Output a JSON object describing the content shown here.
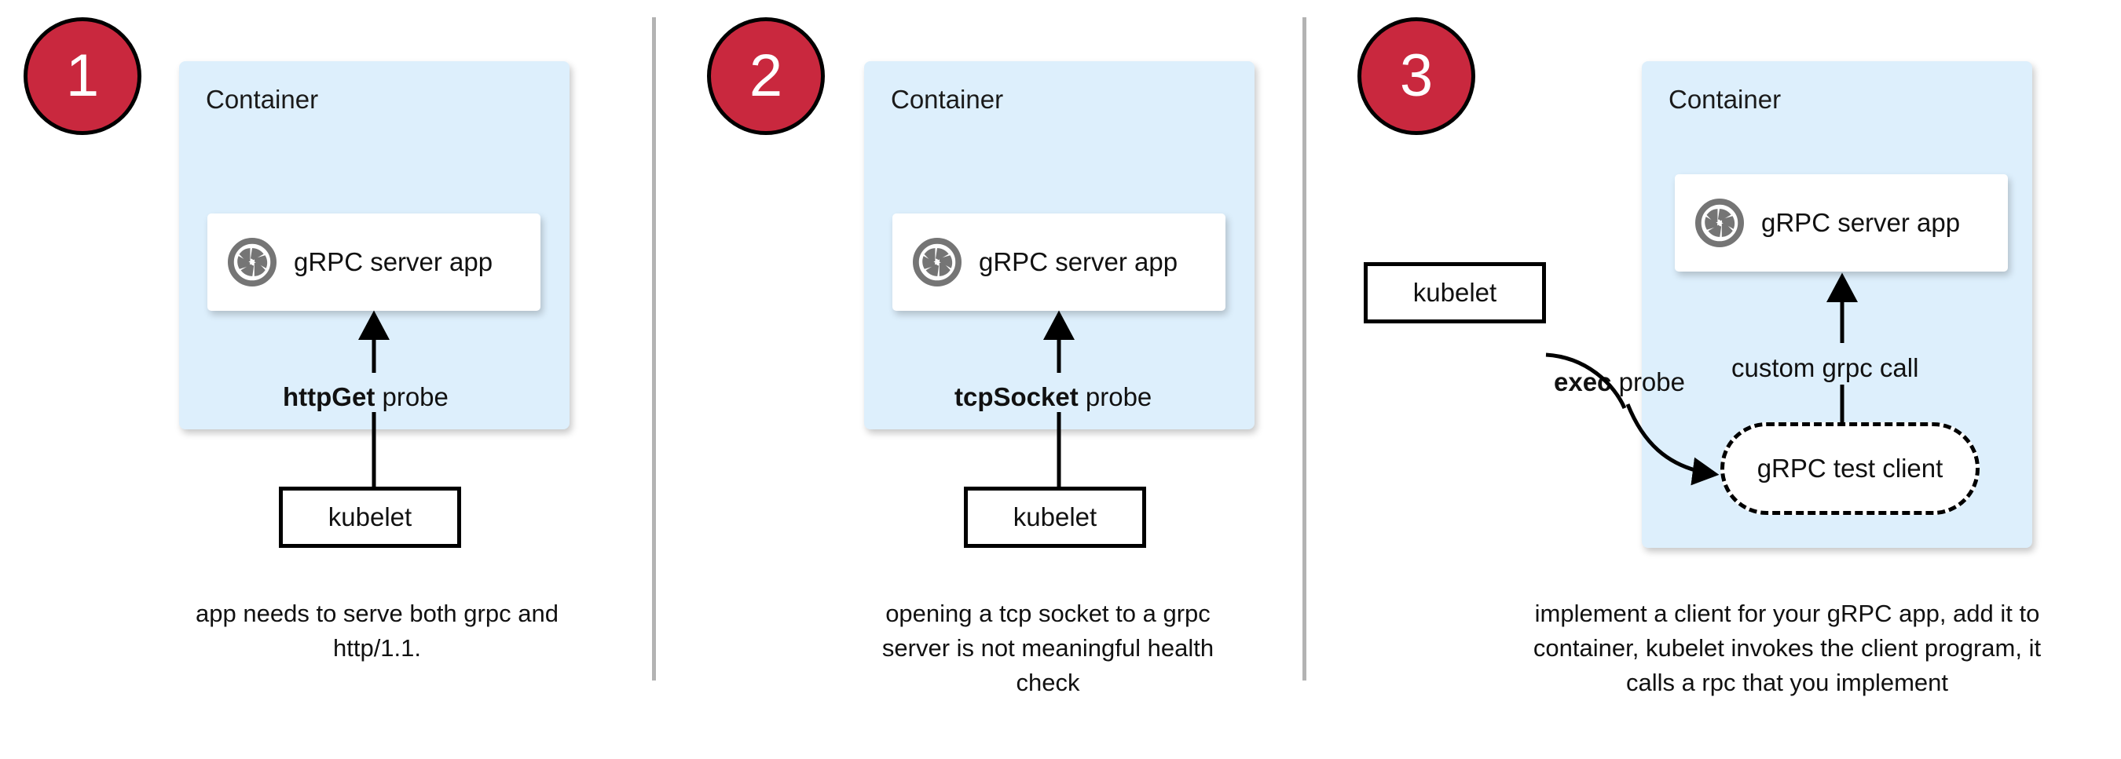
{
  "colors": {
    "badge_fill": "#c9283e",
    "badge_border": "#000000",
    "badge_text": "#ffffff",
    "container_fill": "#ddeffc",
    "card_fill": "#ffffff",
    "stroke": "#000000",
    "divider": "#b3b3b3",
    "icon_gray": "#757575",
    "page_bg": "#ffffff"
  },
  "icons": {
    "grpc": "grpc-aperture-icon"
  },
  "panels": [
    {
      "step": "1",
      "container_label": "Container",
      "app_label": "gRPC server app",
      "probe_bold": "httpGet",
      "probe_rest": " probe",
      "kubelet_label": "kubelet",
      "caption": "app needs to serve both grpc and http/1.1."
    },
    {
      "step": "2",
      "container_label": "Container",
      "app_label": "gRPC server app",
      "probe_bold": "tcpSocket",
      "probe_rest": " probe",
      "kubelet_label": "kubelet",
      "caption": "opening a tcp socket to a grpc server is not meaningful health check"
    },
    {
      "step": "3",
      "container_label": "Container",
      "app_label": "gRPC server app",
      "probe_bold": "exec",
      "probe_rest": " probe",
      "kubelet_label": "kubelet",
      "test_client_label": "gRPC test client",
      "call_label": "custom grpc call",
      "caption": "implement a client for your gRPC app, add it to container, kubelet invokes the client program, it calls a rpc that you implement"
    }
  ]
}
